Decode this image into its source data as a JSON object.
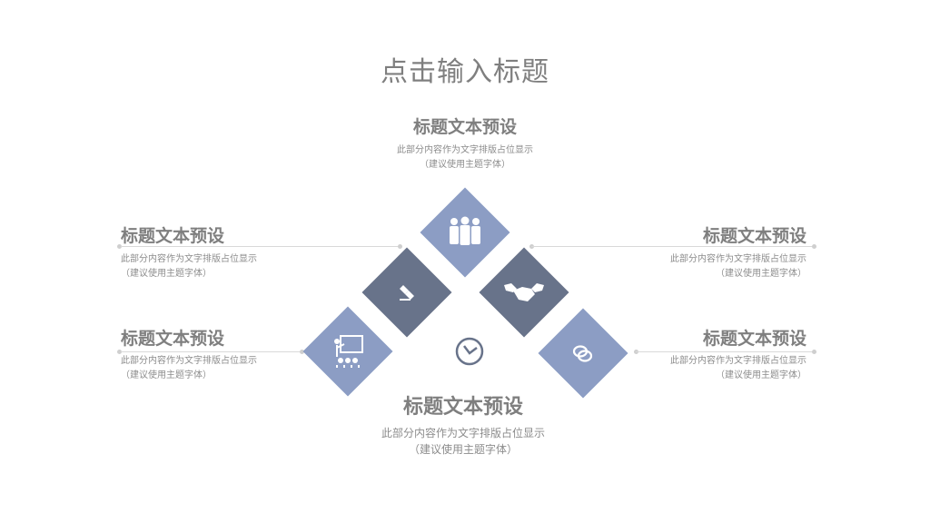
{
  "page": {
    "title": "点击输入标题"
  },
  "top": {
    "title": "标题文本预设",
    "desc1": "此部分内容作为文字排版占位显示",
    "desc2": "（建议使用主题字体）"
  },
  "left_top": {
    "title": "标题文本预设",
    "desc1": "此部分内容作为文字排版占位显示",
    "desc2": "（建议使用主题字体）"
  },
  "left_bottom": {
    "title": "标题文本预设",
    "desc1": "此部分内容作为文字排版占位显示",
    "desc2": "（建议使用主题字体）"
  },
  "right_top": {
    "title": "标题文本预设",
    "desc1": "此部分内容作为文字排版占位显示",
    "desc2": "（建议使用主题字体）"
  },
  "right_bottom": {
    "title": "标题文本预设",
    "desc1": "此部分内容作为文字排版占位显示",
    "desc2": "（建议使用主题字体）"
  },
  "bottom": {
    "title": "标题文本预设",
    "desc1": "此部分内容作为文字排版占位显示",
    "desc2": "（建议使用主题字体）"
  },
  "colors": {
    "light_blue": "#8c9dc4",
    "slate": "#68738a",
    "text": "#7f7f7f",
    "line": "#d9d9d9"
  },
  "icons": [
    "team-icon",
    "marker-icon",
    "handshake-icon",
    "presentation-icon",
    "clock-icon",
    "chat-icon"
  ]
}
